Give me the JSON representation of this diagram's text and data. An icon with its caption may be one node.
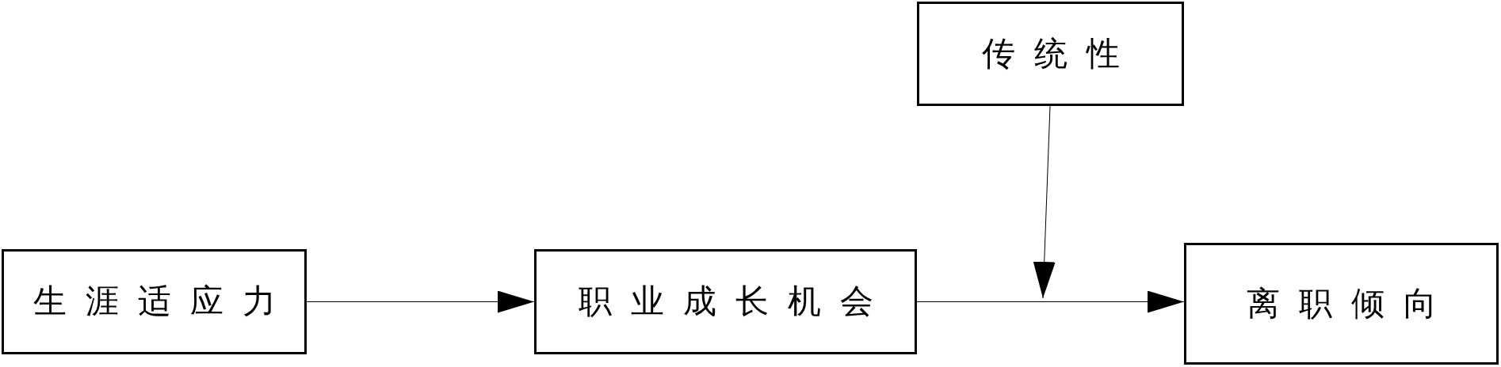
{
  "diagram": {
    "nodes": [
      {
        "text": [
          "生涯适应力"
        ]
      },
      {
        "text": [
          "职业成长机会"
        ]
      },
      {
        "text": [
          "离职倾向"
        ]
      },
      {
        "text": [
          "传统性"
        ]
      }
    ],
    "edges": [
      {
        "from": 0,
        "to": 1,
        "arrow": "to"
      },
      {
        "from": 1,
        "to": 2,
        "arrow": "to"
      },
      {
        "from": 3,
        "to": null,
        "arrow": "to"
      }
    ]
  }
}
